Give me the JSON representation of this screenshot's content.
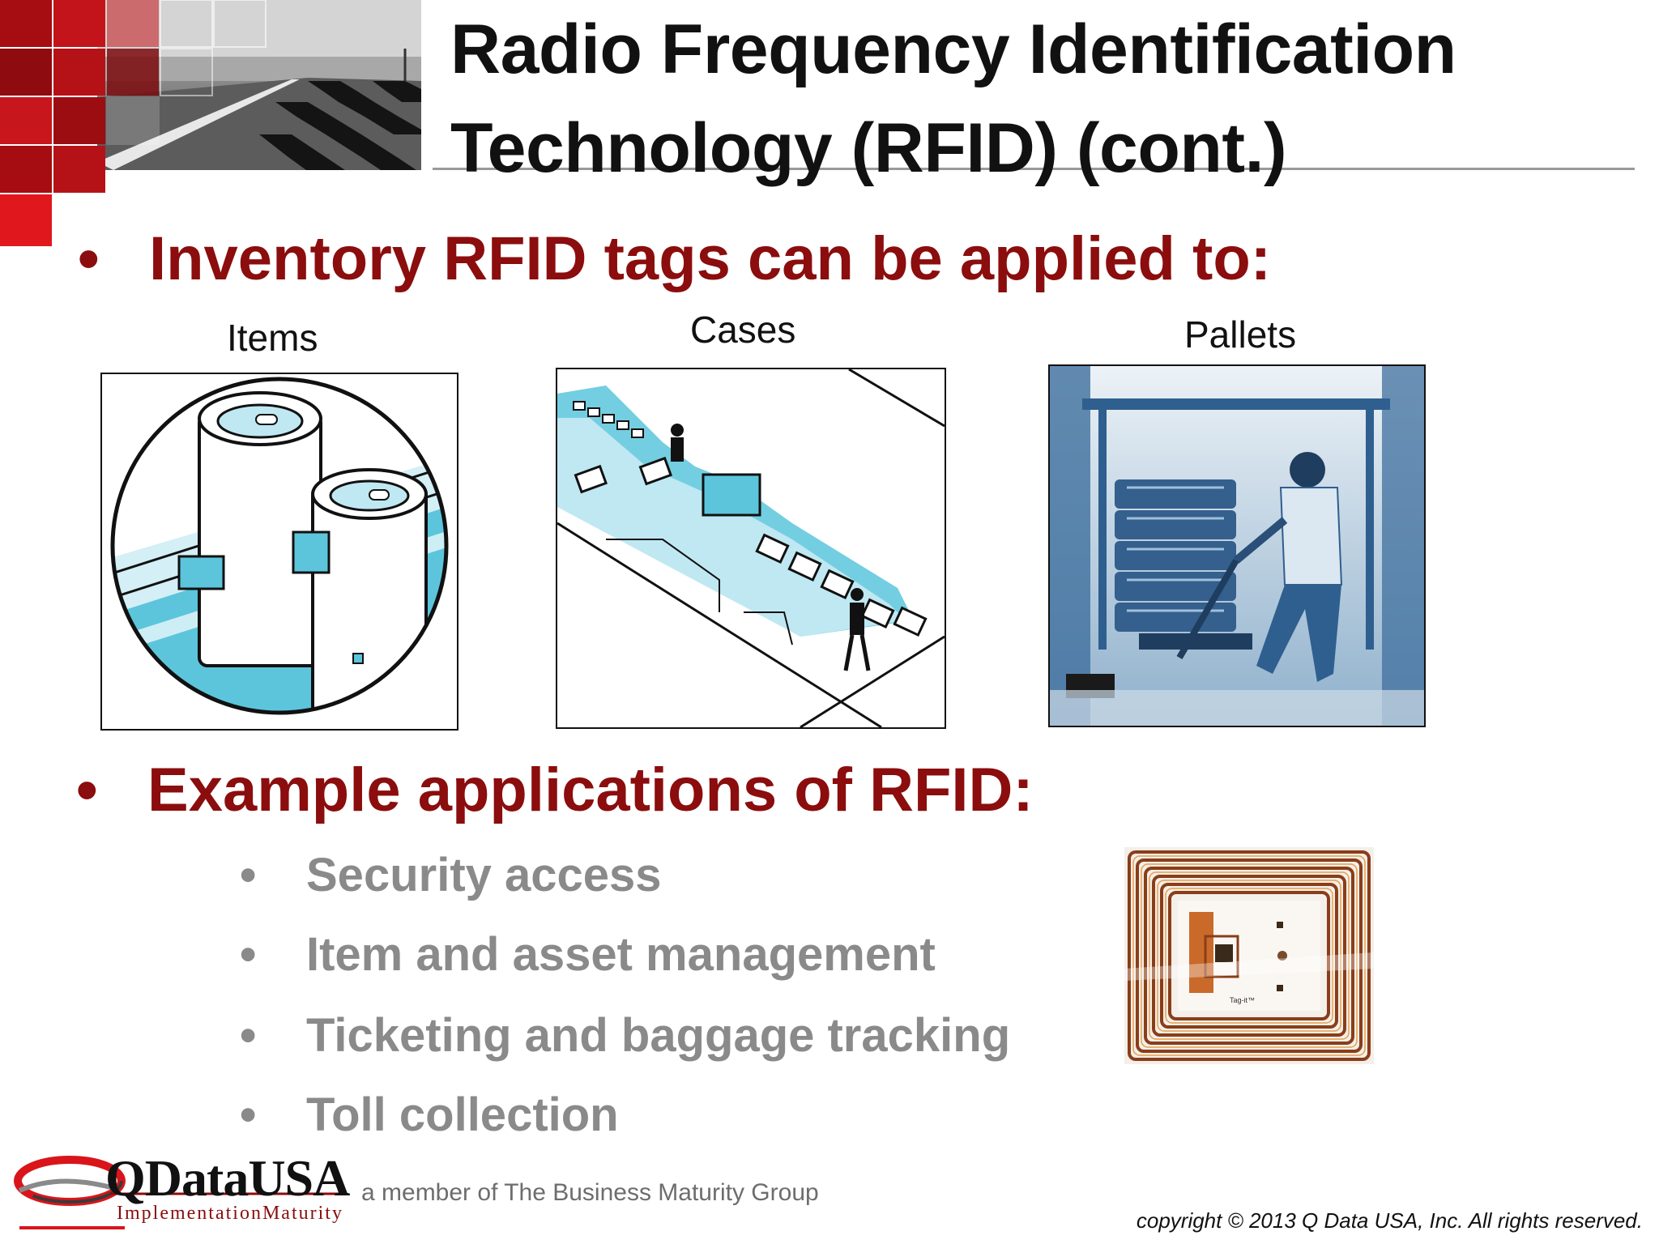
{
  "slide": {
    "title_line1": "Radio Frequency Identification",
    "title_line2": "Technology (RFID) (cont.)",
    "bullet1": "Inventory RFID tags can be applied to:",
    "bullet_glyph": "•",
    "captions": {
      "items": "Items",
      "cases": "Cases",
      "pallets": "Pallets"
    },
    "bullet2": "Example applications of RFID:",
    "applications": [
      "Security access",
      "Item and asset management",
      "Ticketing and baggage tracking",
      "Toll collection"
    ],
    "tag_print": "Tag-it™"
  },
  "footer": {
    "logo_name": "QDataUSA",
    "logo_tagline": "ImplementationMaturity",
    "member_text": "a member of The Business Maturity Group",
    "copyright_text": "copyright © 2013 Q Data USA, Inc. All rights reserved."
  },
  "colors": {
    "accent_red": "#8b0d0d",
    "bright_red": "#d9151b",
    "sub_gray": "#8a8a8a",
    "illustration_cyan": "#5cc5dc",
    "photo_blue": "#3f6f9e"
  }
}
